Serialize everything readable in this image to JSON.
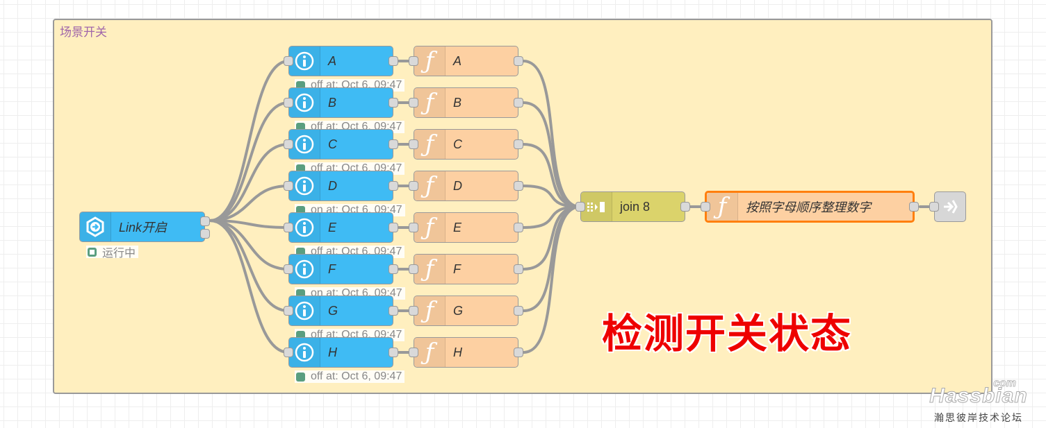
{
  "group": {
    "label": "场景开关"
  },
  "link_in": {
    "label": "Link开启",
    "icon": "link-in-icon",
    "status": "运行中",
    "status_shape": "ring"
  },
  "info_nodes": [
    {
      "label": "A",
      "status": "off at: Oct 6, 09:47"
    },
    {
      "label": "B",
      "status": "off at: Oct 6, 09:47"
    },
    {
      "label": "C",
      "status": "off at: Oct 6, 09:47"
    },
    {
      "label": "D",
      "status": "on at: Oct 6, 09:47"
    },
    {
      "label": "E",
      "status": "off at: Oct 6, 09:47"
    },
    {
      "label": "F",
      "status": "on at: Oct 6, 09:47"
    },
    {
      "label": "G",
      "status": "off at: Oct 6, 09:47"
    },
    {
      "label": "H",
      "status": "off at: Oct 6, 09:47"
    }
  ],
  "function_nodes": [
    {
      "label": "A"
    },
    {
      "label": "B"
    },
    {
      "label": "C"
    },
    {
      "label": "D"
    },
    {
      "label": "E"
    },
    {
      "label": "F"
    },
    {
      "label": "G"
    },
    {
      "label": "H"
    }
  ],
  "join_node": {
    "label": "join 8"
  },
  "sort_function": {
    "label": "按照字母顺序整理数字",
    "selected": true
  },
  "link_out": {
    "icon": "link-out-icon"
  },
  "annotation": {
    "text": "检测开关状态",
    "color": "#ee0000"
  },
  "watermark": {
    "com": "com",
    "name": "Hassbian",
    "subtitle": "瀚思彼岸技术论坛"
  },
  "colors": {
    "info_node": "#3fbbf4",
    "function_node": "#fdd0a2",
    "join_node": "#dbd36b",
    "group_bg": "#ffefbf",
    "selected_border": "#ff7f0e"
  }
}
